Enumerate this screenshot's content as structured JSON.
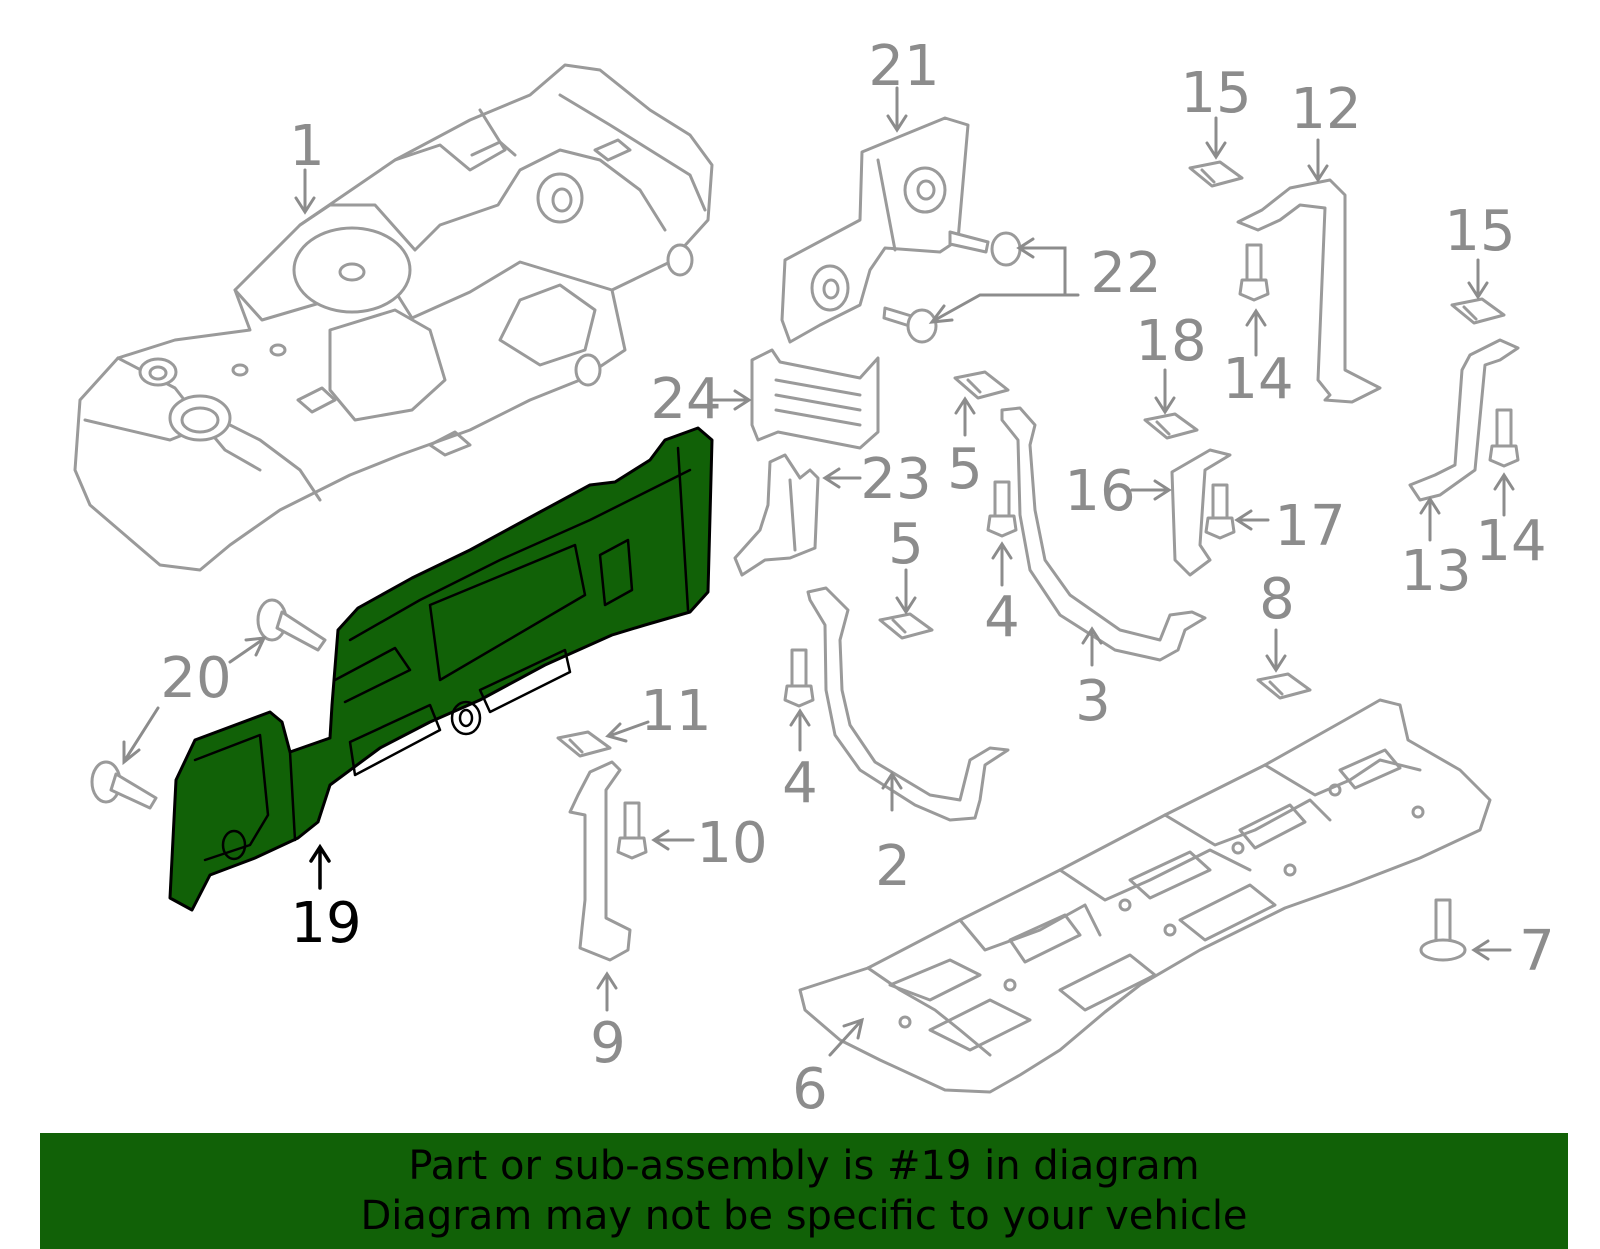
{
  "diagram": {
    "highlight_color": "#116107",
    "callouts": [
      {
        "id": "c1",
        "label": "1"
      },
      {
        "id": "c2",
        "label": "2"
      },
      {
        "id": "c3",
        "label": "3"
      },
      {
        "id": "c4a",
        "label": "4"
      },
      {
        "id": "c4b",
        "label": "4"
      },
      {
        "id": "c5a",
        "label": "5"
      },
      {
        "id": "c5b",
        "label": "5"
      },
      {
        "id": "c6",
        "label": "6"
      },
      {
        "id": "c7",
        "label": "7"
      },
      {
        "id": "c8",
        "label": "8"
      },
      {
        "id": "c9",
        "label": "9"
      },
      {
        "id": "c10",
        "label": "10"
      },
      {
        "id": "c11",
        "label": "11"
      },
      {
        "id": "c12",
        "label": "12"
      },
      {
        "id": "c13",
        "label": "13"
      },
      {
        "id": "c14a",
        "label": "14"
      },
      {
        "id": "c14b",
        "label": "14"
      },
      {
        "id": "c15a",
        "label": "15"
      },
      {
        "id": "c15b",
        "label": "15"
      },
      {
        "id": "c16",
        "label": "16"
      },
      {
        "id": "c17",
        "label": "17"
      },
      {
        "id": "c18",
        "label": "18"
      },
      {
        "id": "c19",
        "label": "19"
      },
      {
        "id": "c20",
        "label": "20"
      },
      {
        "id": "c21",
        "label": "21"
      },
      {
        "id": "c22",
        "label": "22"
      },
      {
        "id": "c23",
        "label": "23"
      },
      {
        "id": "c24",
        "label": "24"
      }
    ]
  },
  "banner": {
    "line1": "Part or sub-assembly is #19 in diagram",
    "line2": "Diagram may not be specific to your vehicle"
  }
}
